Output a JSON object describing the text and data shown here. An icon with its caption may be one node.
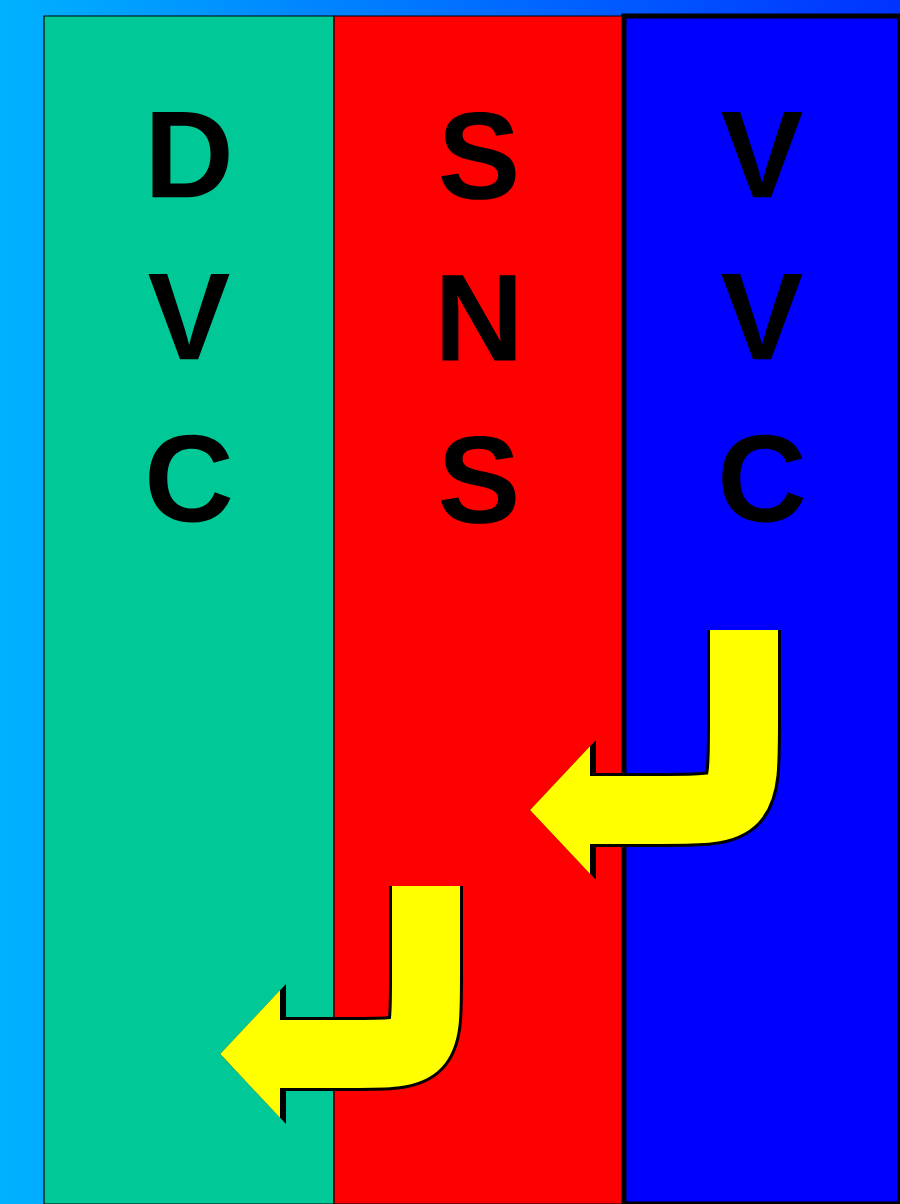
{
  "diagram": {
    "nodes": [
      {
        "text": [
          "D V C"
        ]
      },
      {
        "text": [
          "S N S"
        ]
      },
      {
        "text": [
          "V V C"
        ]
      }
    ],
    "edges": [
      {
        "from": 2,
        "to": 1,
        "arrow": "to"
      },
      {
        "from": 1,
        "to": 0,
        "arrow": "to"
      }
    ]
  }
}
